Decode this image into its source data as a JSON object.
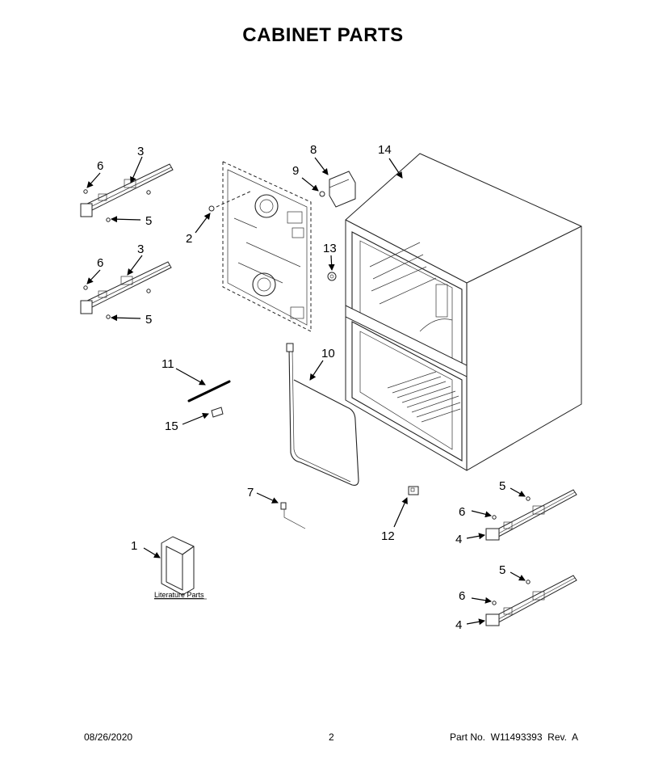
{
  "title": "CABINET PARTS",
  "callouts": {
    "c1": "1",
    "c2": "2",
    "c3a": "3",
    "c3b": "3",
    "c4a": "4",
    "c4b": "4",
    "c5a": "5",
    "c5b": "5",
    "c5c": "5",
    "c5d": "5",
    "c6a": "6",
    "c6b": "6",
    "c6c": "6",
    "c6d": "6",
    "c7": "7",
    "c8": "8",
    "c9": "9",
    "c10": "10",
    "c11": "11",
    "c12": "12",
    "c13": "13",
    "c14": "14",
    "c15": "15"
  },
  "literature_label": "Literature Parts",
  "footer": {
    "date": "08/26/2020",
    "page": "2",
    "part": "Part No.  W11493393  Rev.  A"
  }
}
